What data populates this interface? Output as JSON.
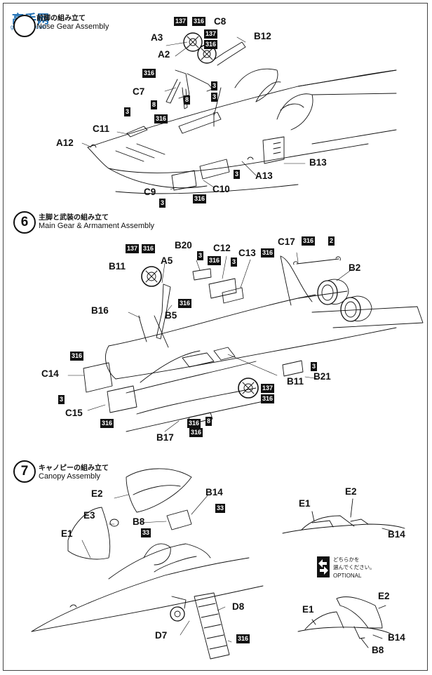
{
  "watermark": {
    "site_cn": "高手网",
    "site_url": "gao-shou.com"
  },
  "steps": [
    {
      "number": "",
      "title_jp": "前脚の組み立て",
      "title_en": "Nose Gear Assembly"
    },
    {
      "number": "6",
      "title_jp": "主脚と武装の組み立て",
      "title_en": "Main Gear & Armament Assembly"
    },
    {
      "number": "7",
      "title_jp": "キャノピーの組み立て",
      "title_en": "Canopy Assembly"
    }
  ],
  "parts": {
    "nose": [
      "C8",
      "A3",
      "B12",
      "A2",
      "C7",
      "C11",
      "A12",
      "B13",
      "A13",
      "C9",
      "C10"
    ],
    "main": [
      "B20",
      "C12",
      "C13",
      "C17",
      "A5",
      "B11",
      "B2",
      "B16",
      "B5",
      "C14",
      "C15",
      "B11",
      "B21",
      "B17"
    ],
    "canopy": [
      "E2",
      "B14",
      "E3",
      "B8",
      "E1",
      "D8",
      "D7"
    ],
    "canopy_option_a": [
      "E1",
      "E2",
      "B14"
    ],
    "canopy_option_b": [
      "E2",
      "E1",
      "B14",
      "B8"
    ]
  },
  "paint_codes": {
    "nose": [
      "137",
      "316",
      "137",
      "316",
      "3",
      "8",
      "8",
      "3",
      "316",
      "3",
      "3",
      "3",
      "316"
    ],
    "main": [
      "2",
      "137",
      "316",
      "316",
      "3",
      "316",
      "3",
      "316",
      "316",
      "3",
      "316",
      "137",
      "316",
      "316",
      "316",
      "8",
      "316",
      "3"
    ],
    "canopy": [
      "33",
      "33",
      "316"
    ]
  },
  "option": {
    "note_jp_line1": "どちらかを",
    "note_jp_line2": "選んでください。",
    "note_en": "OPTIONAL",
    "icon": "double-arrow-icon"
  }
}
